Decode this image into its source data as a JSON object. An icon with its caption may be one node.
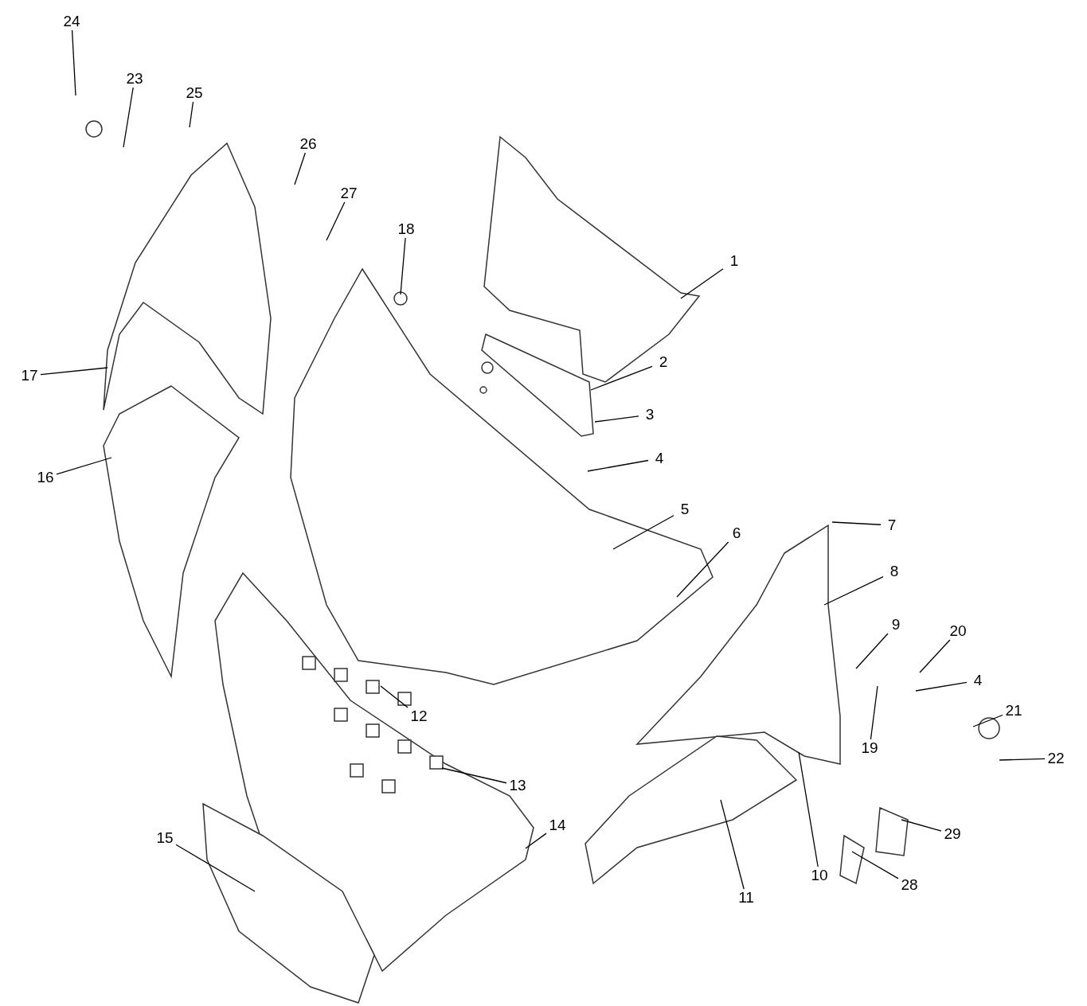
{
  "diagram": {
    "nodes": [
      {
        "text": [
          "1"
        ]
      },
      {
        "text": [
          "2"
        ]
      },
      {
        "text": [
          "3"
        ]
      },
      {
        "text": [
          "4"
        ]
      },
      {
        "text": [
          "5"
        ]
      },
      {
        "text": [
          "6"
        ]
      },
      {
        "text": [
          "7"
        ]
      },
      {
        "text": [
          "8"
        ]
      },
      {
        "text": [
          "9"
        ]
      },
      {
        "text": [
          "10"
        ]
      },
      {
        "text": [
          "11"
        ]
      },
      {
        "text": [
          "12"
        ]
      },
      {
        "text": [
          "13"
        ]
      },
      {
        "text": [
          "14"
        ]
      },
      {
        "text": [
          "15"
        ]
      },
      {
        "text": [
          "16"
        ]
      },
      {
        "text": [
          "17"
        ]
      },
      {
        "text": [
          "18"
        ]
      },
      {
        "text": [
          "19"
        ]
      },
      {
        "text": [
          "20"
        ]
      },
      {
        "text": [
          "21"
        ]
      },
      {
        "text": [
          "22"
        ]
      },
      {
        "text": [
          "23"
        ]
      },
      {
        "text": [
          "24"
        ]
      },
      {
        "text": [
          "25"
        ]
      },
      {
        "text": [
          "26"
        ]
      },
      {
        "text": [
          "27"
        ]
      },
      {
        "text": [
          "28"
        ]
      },
      {
        "text": [
          "29"
        ]
      },
      {
        "text": [
          "4"
        ]
      }
    ],
    "edges": [
      {
        "from": 0,
        "to": null,
        "arrow": "none"
      },
      {
        "from": 1,
        "to": null,
        "arrow": "none"
      },
      {
        "from": 2,
        "to": null,
        "arrow": "none"
      },
      {
        "from": 3,
        "to": null,
        "arrow": "none"
      },
      {
        "from": 4,
        "to": null,
        "arrow": "none"
      },
      {
        "from": 5,
        "to": null,
        "arrow": "none"
      },
      {
        "from": 6,
        "to": null,
        "arrow": "none"
      },
      {
        "from": 7,
        "to": null,
        "arrow": "none"
      },
      {
        "from": 8,
        "to": null,
        "arrow": "none"
      },
      {
        "from": 9,
        "to": null,
        "arrow": "none"
      },
      {
        "from": 10,
        "to": null,
        "arrow": "none"
      },
      {
        "from": 11,
        "to": null,
        "arrow": "none"
      },
      {
        "from": 12,
        "to": null,
        "arrow": "none"
      },
      {
        "from": 13,
        "to": null,
        "arrow": "none"
      },
      {
        "from": 14,
        "to": null,
        "arrow": "none"
      },
      {
        "from": 15,
        "to": null,
        "arrow": "none"
      },
      {
        "from": 16,
        "to": null,
        "arrow": "none"
      },
      {
        "from": 17,
        "to": null,
        "arrow": "none"
      },
      {
        "from": 18,
        "to": null,
        "arrow": "none"
      },
      {
        "from": 19,
        "to": null,
        "arrow": "none"
      },
      {
        "from": 20,
        "to": null,
        "arrow": "none"
      },
      {
        "from": 21,
        "to": null,
        "arrow": "none"
      },
      {
        "from": 22,
        "to": null,
        "arrow": "none"
      },
      {
        "from": 23,
        "to": null,
        "arrow": "none"
      },
      {
        "from": 24,
        "to": null,
        "arrow": "none"
      },
      {
        "from": 25,
        "to": null,
        "arrow": "none"
      },
      {
        "from": 26,
        "to": null,
        "arrow": "none"
      },
      {
        "from": 27,
        "to": null,
        "arrow": "none"
      },
      {
        "from": 28,
        "to": null,
        "arrow": "none"
      },
      {
        "from": 29,
        "to": null,
        "arrow": "none"
      }
    ]
  }
}
